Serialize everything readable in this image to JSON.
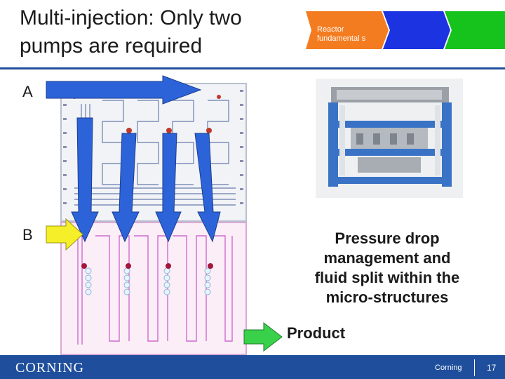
{
  "slide": {
    "title_line1": "Multi-injection: Only two",
    "title_line2": "pumps are required",
    "label_a": "A",
    "label_b": "B",
    "description_lines": [
      "Pressure drop",
      "management and",
      "fluid split within the",
      "micro-structures"
    ],
    "product_label": "Product"
  },
  "process_bar": {
    "steps": [
      {
        "label": "Reactor fundamental s",
        "color": "#f47c20"
      },
      {
        "label": "",
        "color": "#1b33e0"
      },
      {
        "label": "",
        "color": "#16c21c"
      }
    ]
  },
  "footer": {
    "logo_text": "CORNING",
    "company": "Corning",
    "page_number": "17"
  },
  "colors": {
    "accent_blue": "#1f4f9c",
    "arrow_blue": "#2d63d8",
    "arrow_yellow": "#f5ef2a",
    "arrow_green": "#39d14a"
  }
}
